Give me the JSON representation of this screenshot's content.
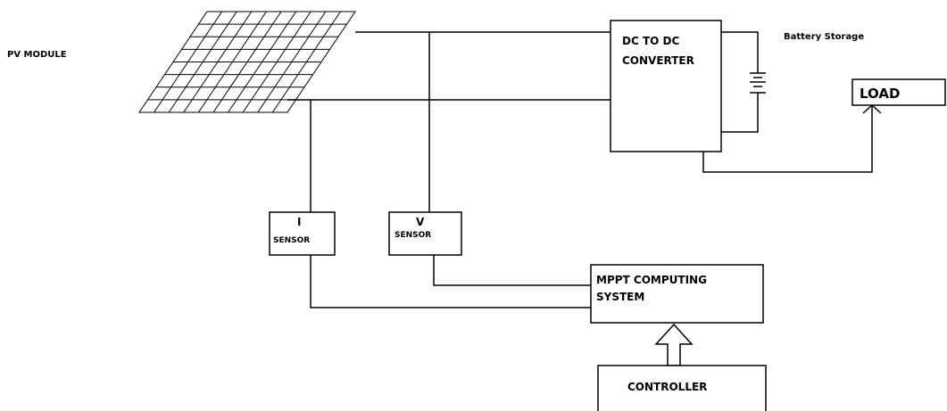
{
  "labels": {
    "pv_module": "PV MODULE",
    "battery_storage": "Battery Storage",
    "converter_line1": "DC TO DC",
    "converter_line2": "CONVERTER",
    "load": "LOAD",
    "i_sensor_line1": "I",
    "i_sensor_line2": "SENSOR",
    "v_sensor_line1": "V",
    "v_sensor_line2": "SENSOR",
    "mppt_line1": "MPPT COMPUTING",
    "mppt_line2": "SYSTEM",
    "controller": "CONTROLLER"
  }
}
